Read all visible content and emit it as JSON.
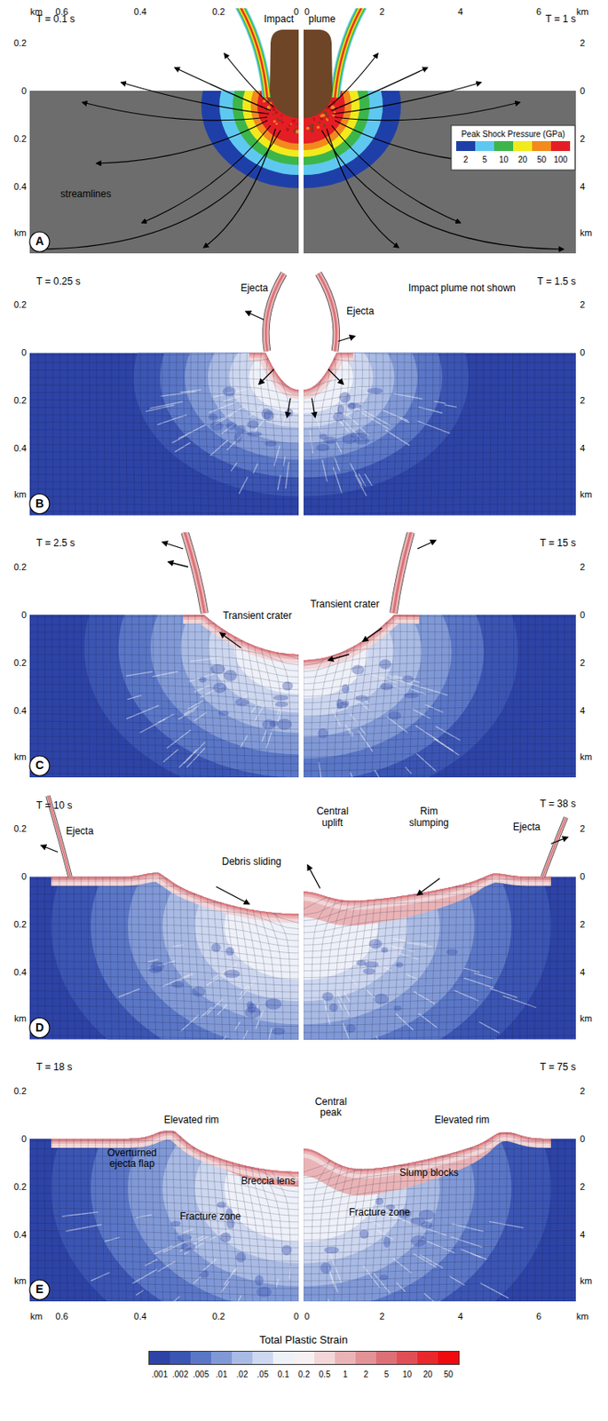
{
  "diagram": {
    "labels": [
      "km",
      "0.6",
      "0.4",
      "0.2",
      "0",
      "0",
      "2",
      "4",
      "6",
      "km",
      "0.2",
      "0",
      "0.2",
      "0.4",
      "km",
      "2",
      "0",
      "2",
      "4",
      "km",
      "T = 0.1 s",
      "Impact",
      "plume",
      "streamlines",
      "T = 1 s",
      "Peak Shock Pressure (GPa)",
      "A",
      "0.2",
      "0",
      "0.2",
      "0.4",
      "km",
      "2",
      "0",
      "2",
      "4",
      "km",
      "T = 0.25 s",
      "Ejecta",
      "Impact plume not shown",
      "T = 1.5 s",
      "Ejecta",
      "B",
      "0.2",
      "0",
      "0.2",
      "0.4",
      "km",
      "2",
      "0",
      "2",
      "4",
      "km",
      "T = 2.5 s",
      "Transient crater",
      "Transient crater",
      "T = 15 s",
      "C",
      "0.2",
      "0",
      "0.2",
      "0.4",
      "km",
      "2",
      "0",
      "2",
      "4",
      "km",
      "T = 10 s",
      "Ejecta",
      "Debris sliding",
      "Central uplift",
      "Rim slumping",
      "T = 38 s",
      "Ejecta",
      "D",
      "0.2",
      "0",
      "0.2",
      "0.4",
      "km",
      "2",
      "0",
      "2",
      "4",
      "km",
      "T = 18 s",
      "Elevated rim",
      "Overturned ejecta flap",
      "Breccia lens",
      "Fracture zone",
      "Central peak",
      "Elevated rim",
      "Slump blocks",
      "Fracture zone",
      "T = 75 s",
      "E",
      "km",
      "0.6",
      "0.4",
      "0.2",
      "0",
      "0",
      "2",
      "4",
      "6",
      "km",
      "Total Plastic Strain"
    ],
    "legend": [
      {
        "text": "2",
        "color": "#1f3fa8"
      },
      {
        "text": "5",
        "color": "#5fc8f0"
      },
      {
        "text": "10",
        "color": "#3cb64a"
      },
      {
        "text": "20",
        "color": "#f2ea1c"
      },
      {
        "text": "50",
        "color": "#f28a1e"
      },
      {
        "text": "100",
        "color": "#e41e24"
      },
      {
        "text": ".001",
        "color": "#2d43a6"
      },
      {
        "text": ".002",
        "color": "#3b55b3"
      },
      {
        "text": ".005",
        "color": "#5a76c6"
      },
      {
        "text": ".01",
        "color": "#8099d6"
      },
      {
        "text": ".02",
        "color": "#a9bbe4"
      },
      {
        "text": ".05",
        "color": "#cdd7ef"
      },
      {
        "text": "0.1",
        "color": "#eef1f8"
      },
      {
        "text": "0.2",
        "color": "#f7f0f1"
      },
      {
        "text": "0.5",
        "color": "#f2d6d8"
      },
      {
        "text": "1",
        "color": "#eab4b7"
      },
      {
        "text": "2",
        "color": "#e39296"
      },
      {
        "text": "5",
        "color": "#dd7075"
      },
      {
        "text": "10",
        "color": "#e04f55"
      },
      {
        "text": "20",
        "color": "#e8282d"
      },
      {
        "text": "50",
        "color": "#ef0a10"
      }
    ]
  }
}
